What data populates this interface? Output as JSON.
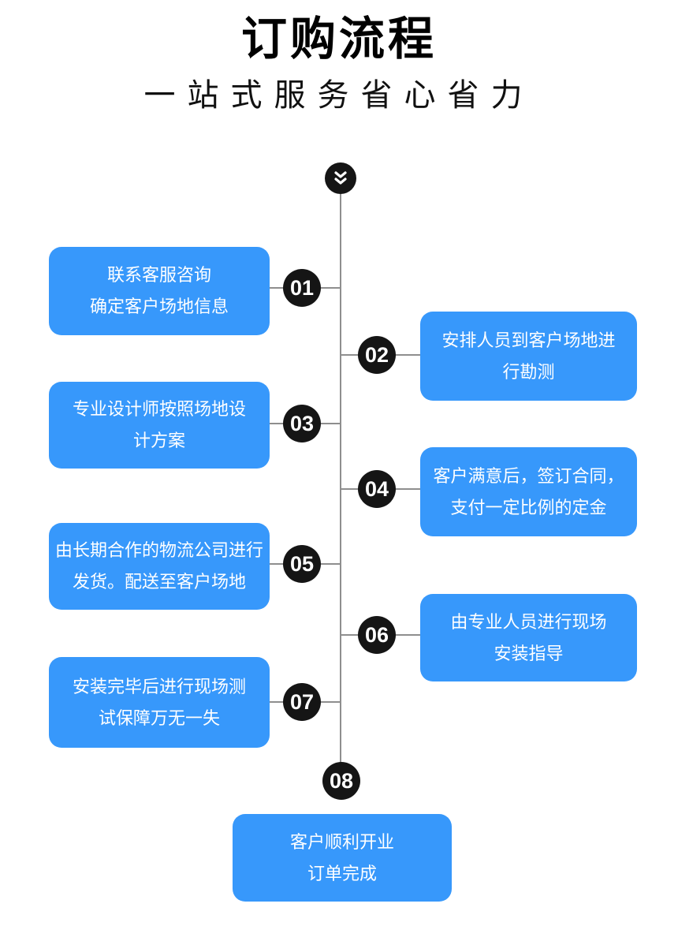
{
  "page": {
    "title": "订购流程",
    "subtitle": "一站式服务省心省力"
  },
  "colors": {
    "card_blue": "#3798fb",
    "badge_black": "#151515",
    "connector_gray": "#8e8e8e",
    "text_white": "#ffffff",
    "title_black": "#000000"
  },
  "timeline": {
    "top_icon": "double-chevron-down",
    "steps": [
      {
        "number": "01",
        "side": "left",
        "lines": [
          "联系客服咨询",
          "确定客户场地信息"
        ]
      },
      {
        "number": "02",
        "side": "right",
        "lines": [
          "安排人员到客户场地进",
          "行勘测"
        ]
      },
      {
        "number": "03",
        "side": "left",
        "lines": [
          "专业设计师按照场地设",
          "计方案"
        ]
      },
      {
        "number": "04",
        "side": "right",
        "lines": [
          "客户满意后，签订合同，",
          "支付一定比例的定金"
        ]
      },
      {
        "number": "05",
        "side": "left",
        "lines": [
          "由长期合作的物流公司进行",
          "发货。配送至客户场地"
        ]
      },
      {
        "number": "06",
        "side": "right",
        "lines": [
          "由专业人员进行现场",
          "安装指导"
        ]
      },
      {
        "number": "07",
        "side": "left",
        "lines": [
          "安装完毕后进行现场测",
          "试保障万无一失"
        ]
      },
      {
        "number": "08",
        "side": "bottom",
        "lines": [
          "客户顺利开业",
          "订单完成"
        ]
      }
    ]
  }
}
